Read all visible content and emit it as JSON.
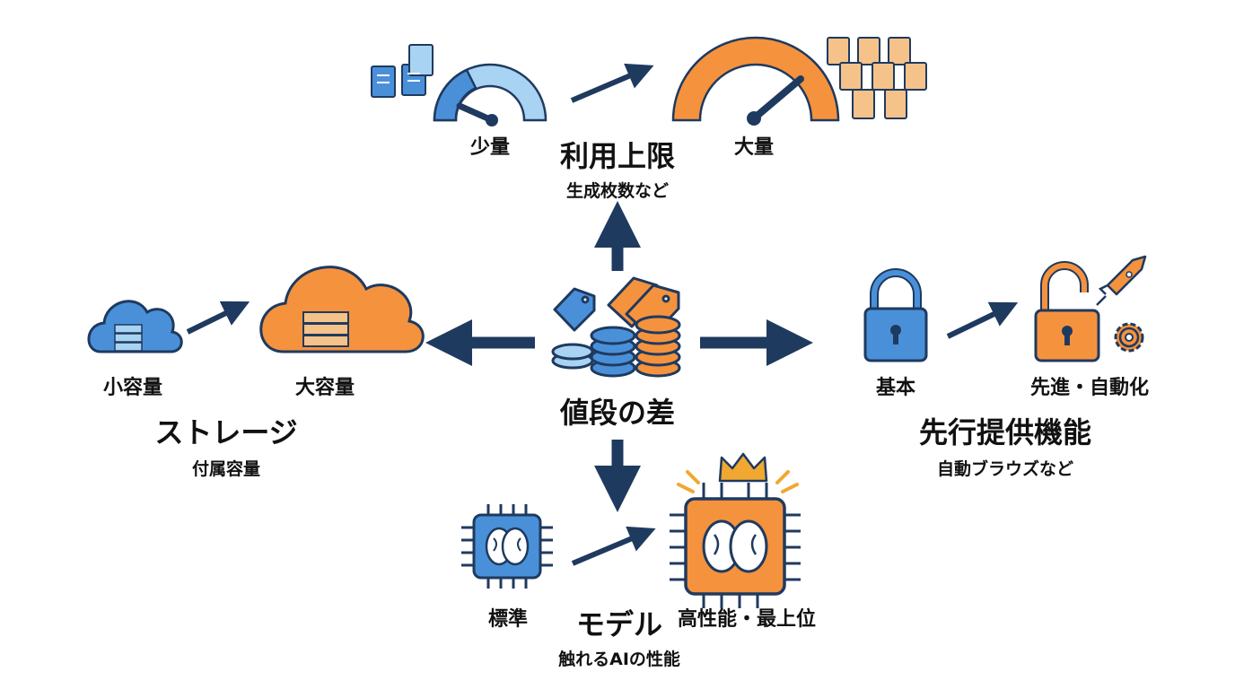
{
  "colors": {
    "blue": "#4a90d9",
    "lightblue": "#a9d3f2",
    "orange": "#f5923e",
    "dark": "#1f3a5f",
    "gold": "#f0a830"
  },
  "center": {
    "title": "値段の差",
    "icon": "coins-and-price-tags-icon"
  },
  "usage": {
    "title": "利用上限",
    "subtitle": "生成枚数など",
    "low_label": "少量",
    "high_label": "大量",
    "low_icon": "gauge-low-icon",
    "high_icon": "gauge-high-icon"
  },
  "storage": {
    "title": "ストレージ",
    "subtitle": "付属容量",
    "low_label": "小容量",
    "high_label": "大容量",
    "low_icon": "small-cloud-server-icon",
    "high_icon": "large-cloud-server-icon"
  },
  "features": {
    "title": "先行提供機能",
    "subtitle": "自動ブラウズなど",
    "low_label": "基本",
    "high_label": "先進・自動化",
    "low_icon": "locked-padlock-icon",
    "high_icon": "unlocked-padlock-rocket-gear-icon"
  },
  "model": {
    "title": "モデル",
    "subtitle": "触れるAIの性能",
    "low_label": "標準",
    "high_label": "高性能・最上位",
    "low_icon": "ai-chip-brain-icon",
    "high_icon": "premium-ai-chip-crown-icon"
  }
}
